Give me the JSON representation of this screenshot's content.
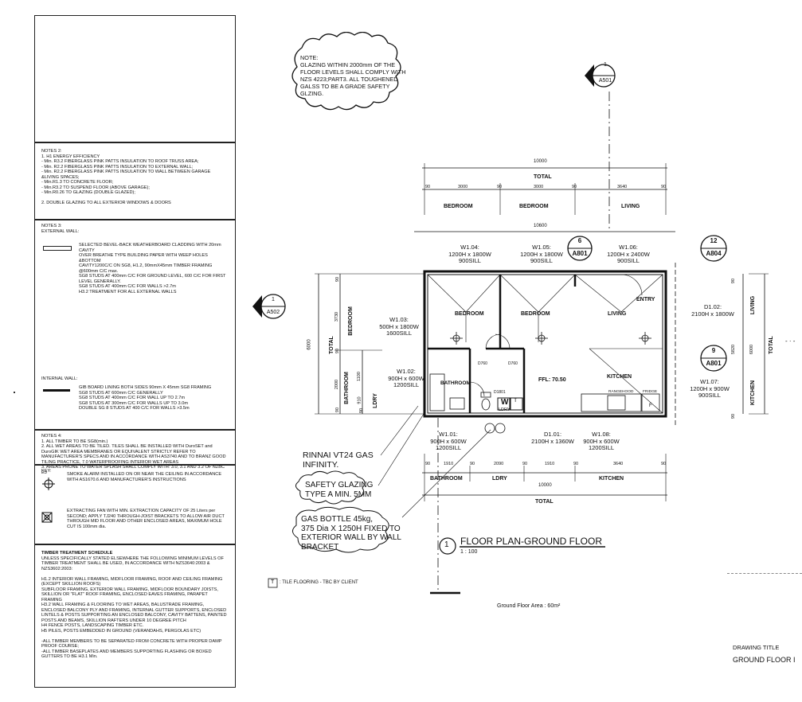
{
  "notes2": {
    "title": "NOTES 2:",
    "body": "1. H1 ENERGY EFFICIENCY\n- Min. R3.2 FIBERGLASS PINK PATTS INSULATION TO ROOF TRUSS AREA;\n- Min. R2.2 FIBERGLASS PINK PATTS INSULATION TO EXTERNAL WALL;\n- Min. R2.2 FIBERGLASS PINK PATTS INSULATION TO WALL BETWEEN GARAGE &LIVING SPACES;\n- Min.R1.3 TO CONCRETE FLOOR;\n- Min.R3.2 TO SUSPEND FLOOR (ABOVE GARAGE);\n- Min.R0.26 TO GLAZING (DOUBLE GLAZED);",
    "item2": "2. DOUBLE GLAZING TO ALL EXTERIOR WINDOWS & DOORS"
  },
  "notes3": {
    "title": "NOTES 3:",
    "external_title": "EXTERNAL WALL:",
    "external_body": "SELECTED BEVEL-BACK WEATHERBOARD CLADDING WITH 20mm CAVITY\nOVER BREATHE TYPE BUILDING PAPER WITH WEEP HOLES &BOTTOM\nCAVITY1200C/C ON SG8, H1.2, 90mmX45mm TIMBER FRAMING @600mm C/C max.\nSG8 STUDS AT 400mm C/C FOR GROUND LEVEL, 600 C/C FOR FIRST LEVEL GENERALLY.\nSG8 STUDS AT 400mm C/C FOR WALLS >2.7m\nH3.2 TREATMENT FOR ALL EXTERNAL WALLS",
    "internal_title": "INTERNAL WALL:",
    "internal_body": "GIB BOARD LINING BOTH SIDES 90mm X 45mm SG8 FRAMING\nSG8 STUDS AT 600mm C/C GENERALLY\nSG8 STUDS AT 400mm C/C FOR WALL UP TO 2.7m\nSG8 STUDS AT 300mm C/C FOR WALLS UP TO 3.0m\nDOUBLE SG 8 STUDS AT 400 C/C FOR WALLS >3.5m"
  },
  "notes4": {
    "title": "NOTES 4:",
    "body": "1. ALL TIMBER TO BE SG8(min.)\n2. ALL WET AREAS TO BE TILED. TILES SHALL BE INSTALLED WITH DuroSET and DuroGIK WET AREA MEMBRANES OR EQUIVALENT STRICTLY REFER TO MANUFACTURER'S SPECS AND IN ACCORDANCE WITH AS3740 AND TO BRANZ GOOD TILING PRACTICE, 7.0 WATERPROOFING INTERIOR WET AREAS\n3. AREAS PRONE TO WATER SPLASH SHALL COMPLY WITH: 3.0, 3.1 AND 3.2 OF NZBC E3"
  },
  "key": {
    "label": "KEY:",
    "smoke": "SMOKE ALARM INSTALLED ON OR NEAR THE CEILING IN ACCORDANCE WITH AS1670.6 AND MANUFACTURER'S INSTRUCTIONS",
    "fan": "EXTRACTING FAN WITH MIN. EXTRACTION CAPACITY OF 25 Liters per SECOND; APPLY TJ240 THROUGH-JOIST BRACKETS TO ALLOW AIR DUCT THROUGH MID FLOOR AND OTHER ENCLOSED AREAS, MAXIMUM HOLE CUT IS 100mm dia."
  },
  "timber": {
    "title": "TIMBER TREATMENT SCHEDULE",
    "body": "UNLESS SPECIFICALLY STATED ELSEWHERE THE FOLLOWING MINIMUM LEVELS OF TIMBER TREATMENT SHALL BE USED, IN ACCORDANCE WITH NZS3640:2003 & NZS3602:2003:\n\nH1.2 INTERIOR WALL FRAMING, MIDFLOOR FRAMING, ROOF AND CEILING FRAMING (EXCEPT SKILLION ROOFS)\nSUBFLOOR FRAMING, EXTERIOR WALL FRAMING, MIDFLOOR BOUNDARY JOISTS, SKILLION OR \"FLAT\" ROOF FRAMING, ENCLOSED EAVES FRAMING, PARAPET FRAMING\nH3.2 WALL FRAMING & FLOORING TO WET AREAS, BALUSTRADE FRAMING, ENCLOSED BALCONY PLY AND FRAMING, INTERNAL GUTTER SUPPORTS, ENCLOSED LINTELS & POSTS SUPPORTING AN ENCLOSED BALCONY, CAVITY BATTENS, PAINTED POSTS AND BEAMS, SKILLION RAFTERS UNDER 10 DEGREE PITCH\nH4 FENCE POSTS, LANDSCAPING TIMBER ETC.\nH5 PILES, POSTS EMBEDDED IN GROUND (VERANDAHS, PERGOLAS ETC)\n\n-ALL TIMBER MEMBERS TO BE SEPARATED FROM CONCRETE WITH PROPER DAMP PROOF COURSE;\n-ALL TIMBER BASEPLATES AND MEMBERS SUPPORTING FLASHING OR BOXED GUTTERS TO BE H3.1 Min."
  },
  "cloud_note": "NOTE:\nGLAZING WITHIN 2000mm OF THE FLOOR LEVELS SHALL COMPLY WITH NZS 4223;PART3. ALL TOUGHENED GALSS TO BE A GRADE SAFETY GLZING.",
  "markers": {
    "a501": {
      "num": "1",
      "ref": "A501"
    },
    "a502": {
      "num": "1",
      "ref": "A502"
    },
    "a801_top": {
      "num": "6",
      "ref": "A801"
    },
    "a804": {
      "num": "12",
      "ref": "A804"
    },
    "a801_right": {
      "num": "9",
      "ref": "A801"
    }
  },
  "dims_top": {
    "overall": "10000",
    "total": "TOTAL",
    "segments": [
      "90",
      "3000",
      "90",
      "3000",
      "90",
      "3640",
      "90"
    ],
    "rooms": [
      "BEDROOM",
      "BEDROOM",
      "LIVING"
    ],
    "outer": "10600"
  },
  "dims_bottom": {
    "segments": [
      "90",
      "1910",
      "90",
      "2090",
      "90",
      "1910",
      "90",
      "3640",
      "90"
    ],
    "rooms": [
      "BATHROOM",
      "LDRY",
      "KITCHEN"
    ],
    "overall": "10000",
    "total": "TOTAL"
  },
  "dims_left": {
    "overall": "6000",
    "total": "TOTAL",
    "segments": [
      "90",
      "3730",
      "90",
      "2000",
      "90"
    ],
    "small": [
      "1100",
      "910",
      "90"
    ],
    "rooms": [
      "BEDROOM",
      "BATHROOM",
      "LDRY"
    ]
  },
  "dims_right": {
    "overall": "6000",
    "total": "TOTAL",
    "segments": [
      "90",
      "5820",
      "90"
    ],
    "rooms": [
      "LIVING",
      "KITCHEN"
    ]
  },
  "windows": {
    "w104": "W1.04:\n1200H x 1800W\n900SILL",
    "w105": "W1.05:\n1200H x 1800W\n900SILL",
    "w106": "W1.06:\n1200H x 2400W\n900SILL",
    "w103": "W1.03:\n500H x 1800W\n1600SILL",
    "w102": "W1.02:\n900H x 600W\n1200SILL",
    "w101": "W1.01:\n900H x 600W\n1200SILL",
    "d101": "D1.01:\n2100H x 1360W",
    "w108": "W1.08:\n900H x 600W\n1200SILL",
    "d102": "D1.02:\n2100H x 1800W",
    "w107": "W1.07:\n1200H x 900W\n900SILL"
  },
  "rooms": {
    "bedroom1": "BEDROOM",
    "bedroom2": "BEDROOM",
    "living": "LIVING",
    "entry": "ENTRY",
    "kitchen": "KITCHEN",
    "bathroom": "BATHROOM",
    "ldry": "LDRY",
    "ffl": "FFL: 70.50",
    "d760a": "D760",
    "d760b": "D760",
    "d1801": "D1801",
    "rangehood": "RANGEHOOD",
    "fridge": "FRIDGE",
    "fridge_f": "F",
    "tile_t": "T",
    "w_box": "W"
  },
  "callouts": {
    "rinnai": "RINNAI VT24 GAS\nINFINITY.",
    "safety": "SAFETY GLAZING\nTYPE A  MIN. 5MM",
    "gas": "GAS BOTTLE 45kg,\n375 Dia X 1250H FIXED TO\nEXTERIOR WALL BY WALL\nBRACKET"
  },
  "plan_title": {
    "num": "1",
    "title": "FLOOR PLAN-GROUND FLOOR",
    "scale": "1 : 100"
  },
  "tile_note": {
    "symbol": "T",
    "text": ": TILE FLOORING - TBC BY CLIENT"
  },
  "ground_area": "Ground Floor Area :  60m²",
  "title_block": {
    "label": "DRAWING TITLE",
    "value": "GROUND FLOOR I"
  }
}
